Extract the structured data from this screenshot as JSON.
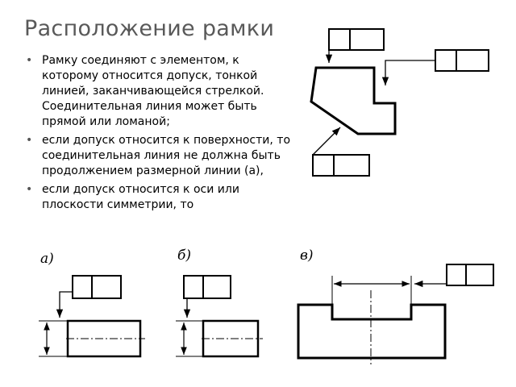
{
  "slide": {
    "title": "Расположение рамки",
    "bullets": [
      "Рамку соединяют с элементом, к которому относится допуск, тонкой линией, заканчивающейся стрелкой. Соединительная линия может быть прямой или ломаной;",
      "если допуск относится к поверхности, то соединительная линия не должна быть продолжением размерной линии (а),",
      "если допуск относится к оси или плоскости симметрии, то"
    ],
    "bullet_icon": "bullet-dot-icon"
  },
  "figure_labels": {
    "a": "а)",
    "b": "б)",
    "v": "в)"
  }
}
